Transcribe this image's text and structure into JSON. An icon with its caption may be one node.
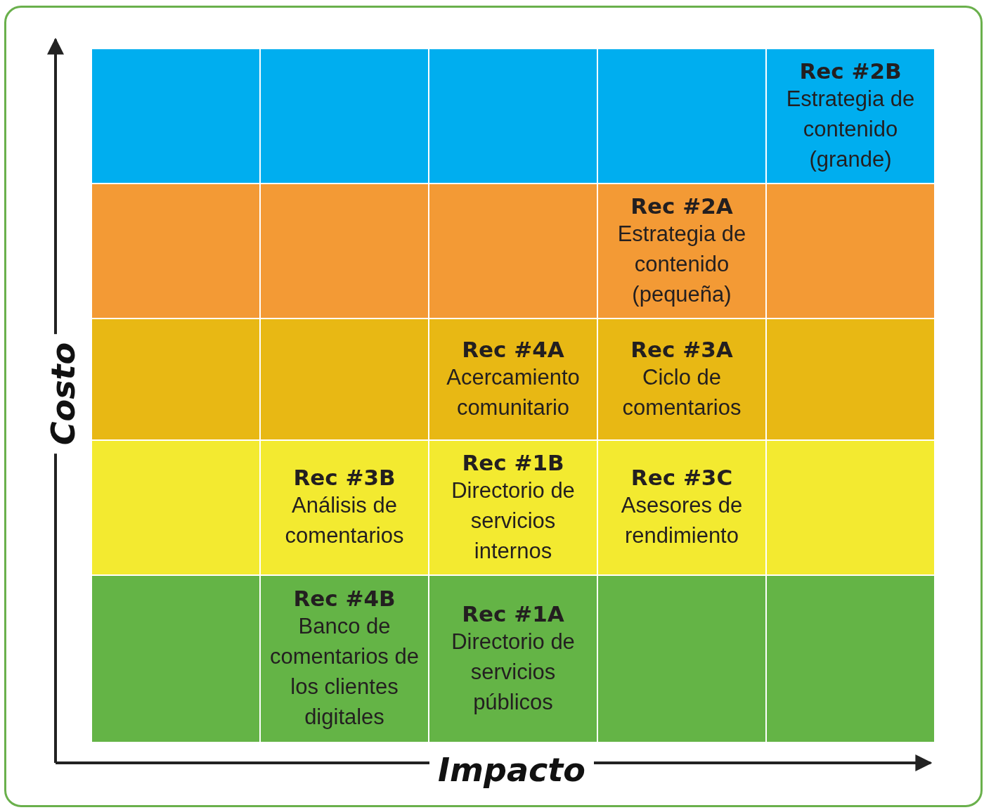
{
  "diagram": {
    "nodes": [
      {
        "text": [],
        "shape": "box"
      },
      {
        "text": [],
        "shape": "box"
      },
      {
        "text": [],
        "shape": "box"
      },
      {
        "text": [],
        "shape": "box"
      },
      {
        "text": [
          "Rec #2B",
          "Estrategia de contenido (grande)"
        ]
      },
      {
        "text": [],
        "shape": "box"
      },
      {
        "text": [],
        "shape": "box"
      },
      {
        "text": [],
        "shape": "box"
      },
      {
        "text": [
          "Rec #2A",
          "Estrategia de contenido (pequeña)"
        ]
      },
      {
        "text": [],
        "shape": "box"
      },
      {
        "text": [],
        "shape": "box"
      },
      {
        "text": [],
        "shape": "box"
      },
      {
        "text": [
          "Rec #4A",
          "Acercamiento comunitario"
        ]
      },
      {
        "text": [
          "Rec #3A",
          "Ciclo de comentarios"
        ]
      },
      {
        "text": [],
        "shape": "box"
      },
      {
        "text": [],
        "shape": "box"
      },
      {
        "text": [
          "Rec #3B",
          "Análisis de comentarios"
        ]
      },
      {
        "text": [
          "Rec #1B",
          "Directorio de servicios internos"
        ]
      },
      {
        "text": [
          "Rec #3C",
          "Asesores de rendimiento"
        ]
      },
      {
        "text": [],
        "shape": "box"
      },
      {
        "text": [],
        "shape": "box"
      },
      {
        "text": [
          "Rec #4B",
          "Banco de comentarios de los clientes digitales"
        ]
      },
      {
        "text": [
          "Rec #1A",
          "Directorio de servicios públicos"
        ]
      },
      {
        "text": [],
        "shape": "box"
      },
      {
        "text": [],
        "shape": "box"
      }
    ],
    "edges": [],
    "labels": [
      "Costo",
      "Impacto"
    ]
  }
}
